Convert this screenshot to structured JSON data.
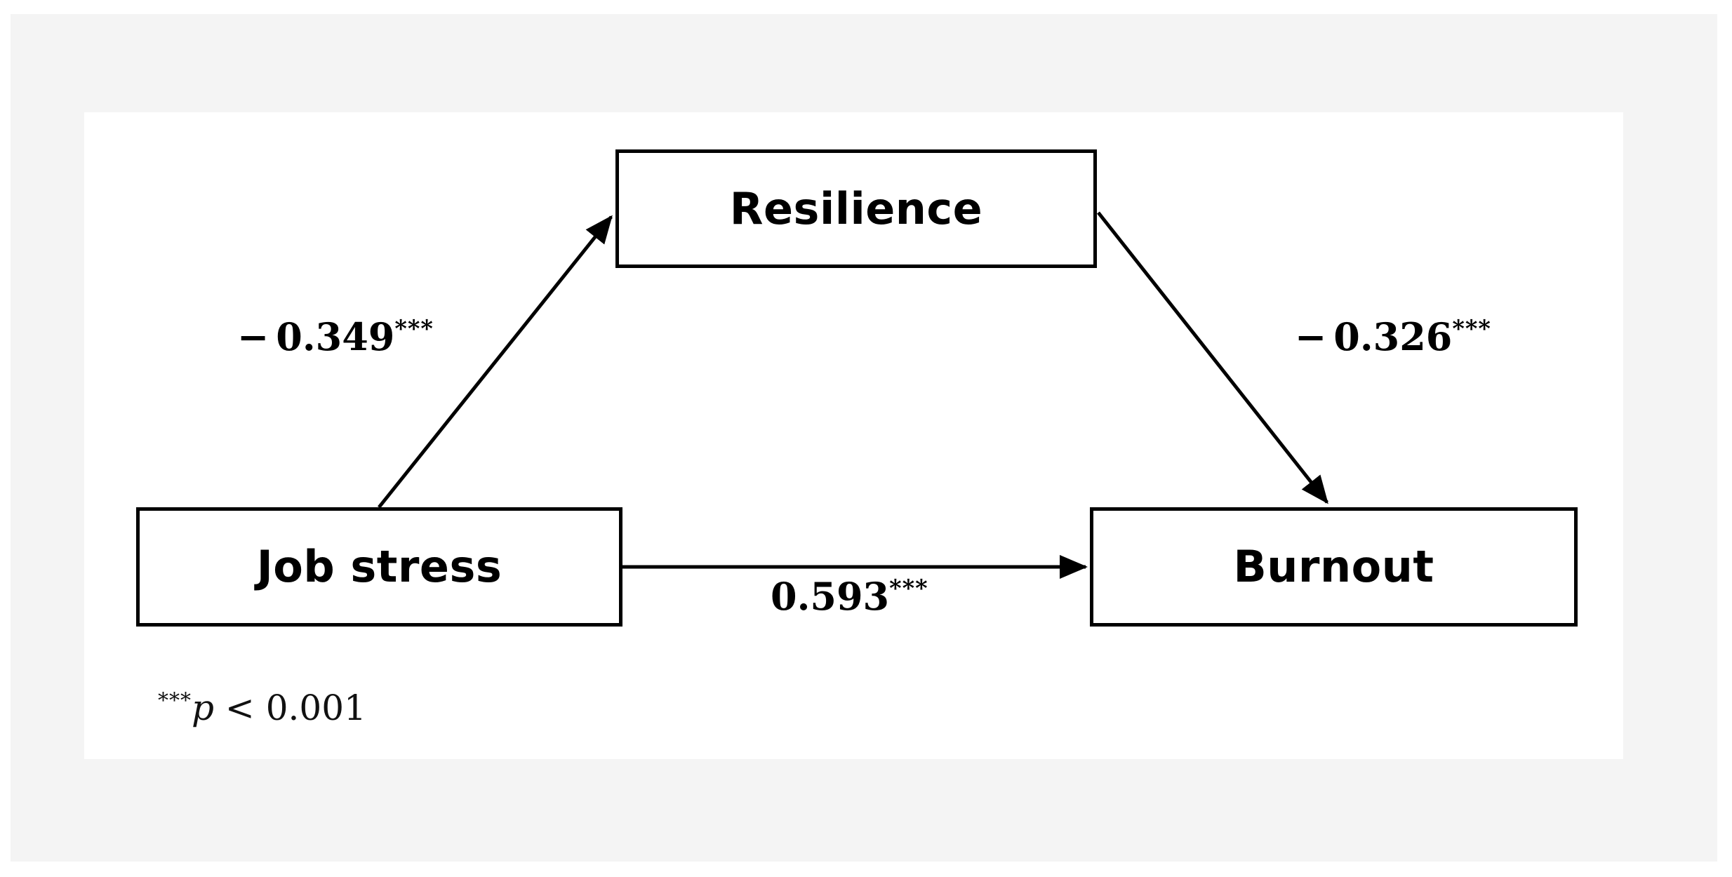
{
  "figure": {
    "type": "mediation-path-diagram",
    "background_color": "#f4f4f4",
    "panel_color": "#ffffff",
    "line_color": "#000000"
  },
  "nodes": [
    {
      "id": "resilience",
      "label": "Resilience"
    },
    {
      "id": "job_stress",
      "label": "Job stress"
    },
    {
      "id": "burnout",
      "label": "Burnout"
    }
  ],
  "paths": [
    {
      "id": "a_path",
      "from": "Job stress",
      "to": "Resilience",
      "sign": "−",
      "coefficient": "0.349",
      "stars": "***"
    },
    {
      "id": "b_path",
      "from": "Resilience",
      "to": "Burnout",
      "sign": "−",
      "coefficient": "0.326",
      "stars": "***"
    },
    {
      "id": "c_path",
      "from": "Job stress",
      "to": "Burnout",
      "sign": "",
      "coefficient": "0.593",
      "stars": "***"
    }
  ],
  "footnote": {
    "stars": "***",
    "p_symbol": "p",
    "comparison": " < 0.001"
  },
  "chart_data": {
    "type": "diagram",
    "title": "",
    "nodes": [
      "Job stress",
      "Resilience",
      "Burnout"
    ],
    "edges": [
      {
        "source": "Job stress",
        "target": "Resilience",
        "value": -0.349,
        "label": "− 0.349***",
        "significance": "p < 0.001"
      },
      {
        "source": "Resilience",
        "target": "Burnout",
        "value": -0.326,
        "label": "− 0.326***",
        "significance": "p < 0.001"
      },
      {
        "source": "Job stress",
        "target": "Burnout",
        "value": 0.593,
        "label": "0.593***",
        "significance": "p < 0.001"
      }
    ],
    "legend": [
      "*** p < 0.001"
    ]
  }
}
